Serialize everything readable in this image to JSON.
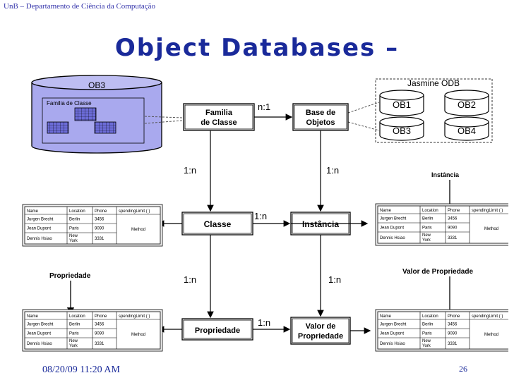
{
  "header": "UnB – Departamento de Ciência da Computação",
  "title": "Object Databases –",
  "footer": {
    "date": "08/20/09 11:20 AM",
    "page": "26"
  },
  "cylinder": {
    "label": "OB3",
    "inner_label": "Familia de Classe"
  },
  "jasmine": {
    "title": "Jasmine ODB",
    "dbs": [
      "OB1",
      "OB2",
      "OB3",
      "OB4"
    ]
  },
  "entities": {
    "familia": [
      "Familia",
      "de Classe"
    ],
    "base": [
      "Base de",
      "Objetos"
    ],
    "classe": "Classe",
    "instancia": "Instância",
    "propriedade": "Propriedade",
    "valor": [
      "Valor de",
      "Propriedade"
    ]
  },
  "cardinalities": [
    "n:1",
    "1:n",
    "1:n",
    "1:n",
    "1:n",
    "1:n",
    "1:n"
  ],
  "annotations": {
    "instancia": "Instância",
    "propriedade": "Propriedade",
    "valor": "Valor de Propriedade"
  },
  "table": {
    "headers": [
      "Name",
      "Location",
      "Phone",
      "spendingLimit ( )"
    ],
    "rows": [
      [
        "Jurgen Brecht",
        "Berlin",
        "3456"
      ],
      [
        "Jean Dupont",
        "Paris",
        "9090"
      ],
      [
        "Dennis Hsiao",
        "New York",
        "3331"
      ]
    ],
    "method": "Method"
  }
}
